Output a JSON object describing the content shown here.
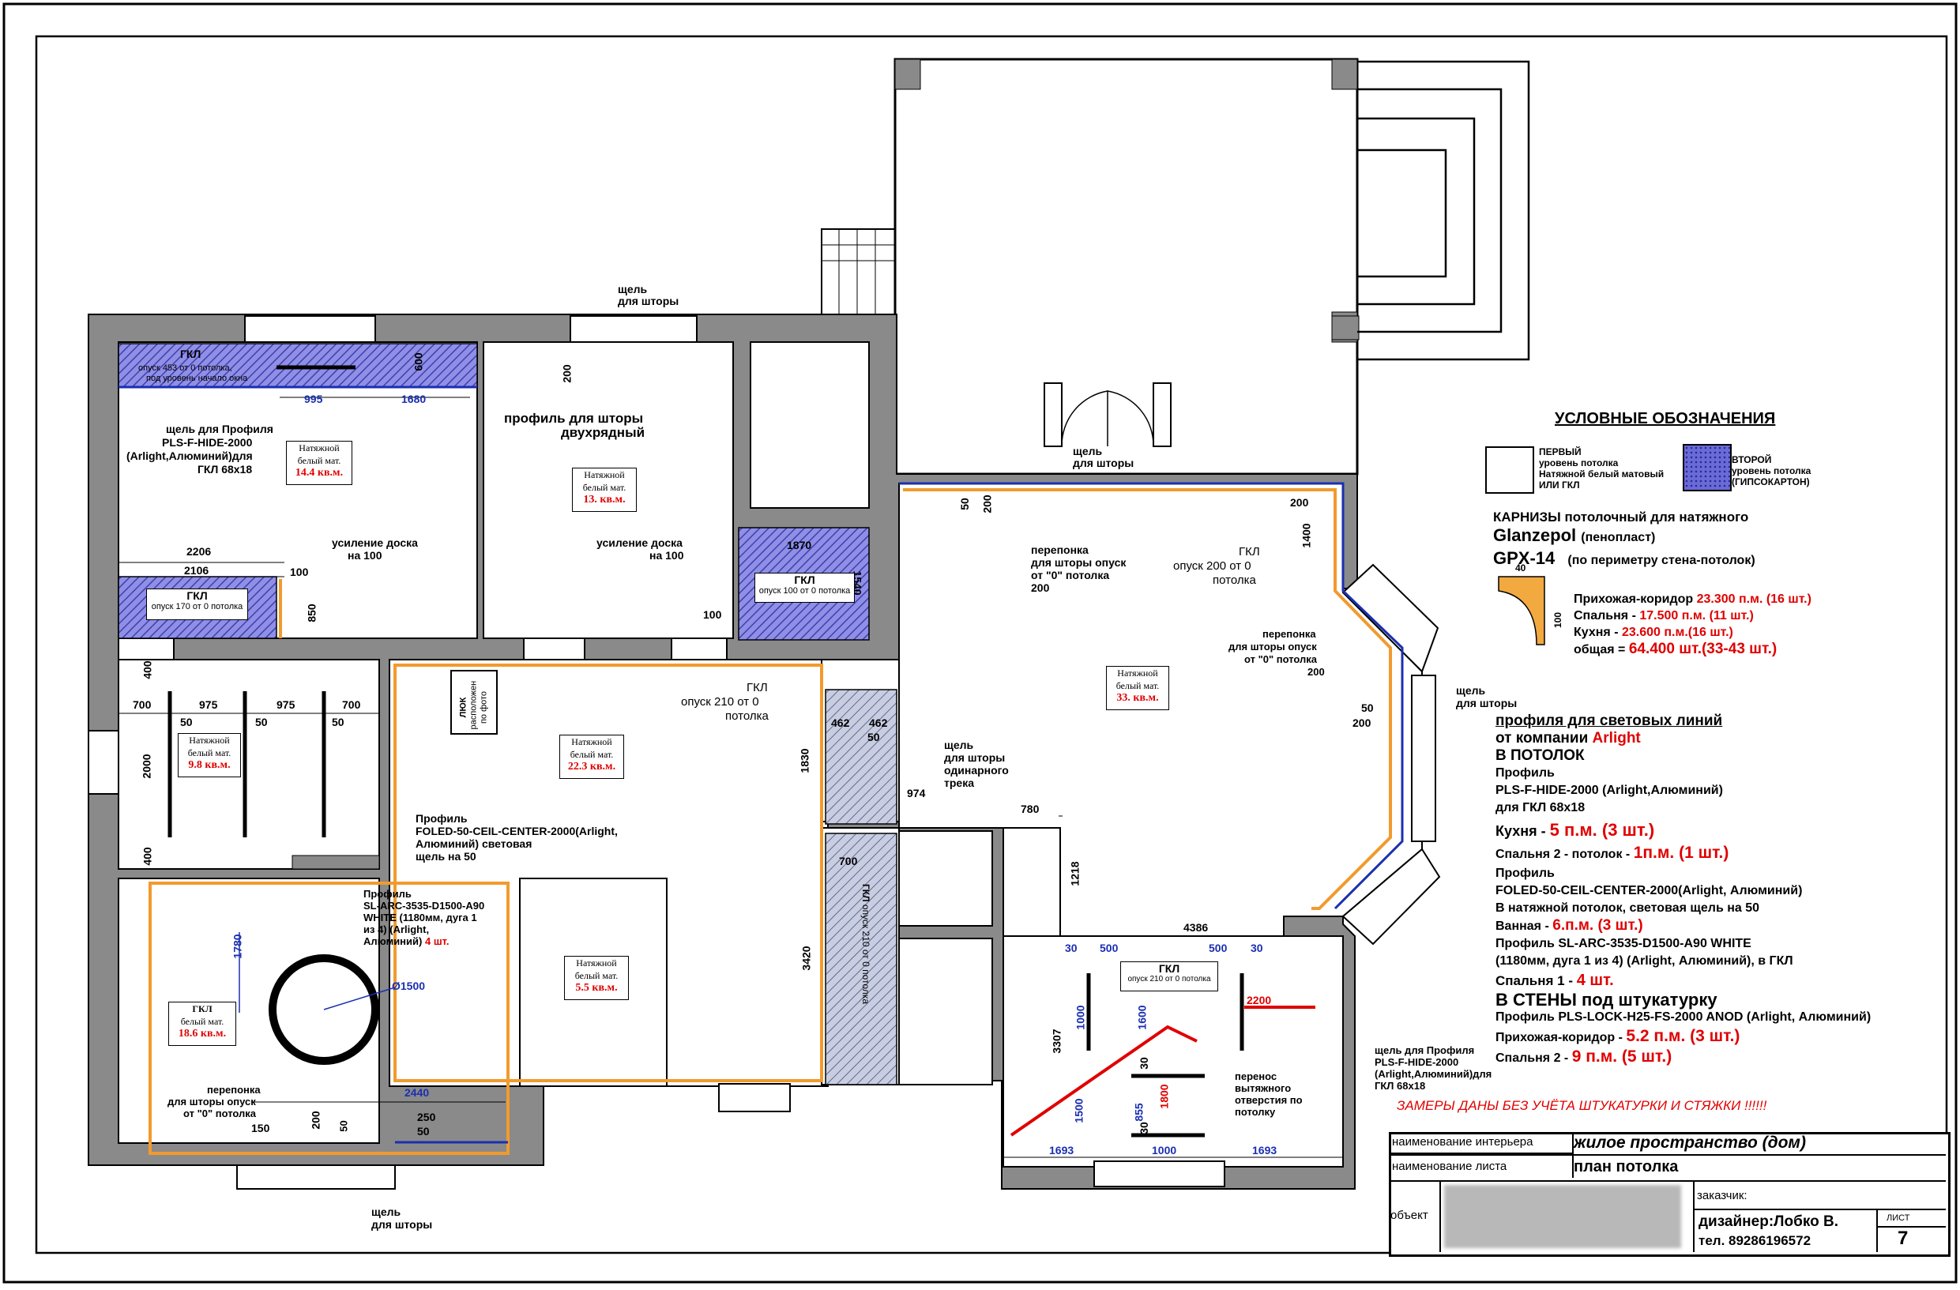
{
  "colors": {
    "wall": "#8a8a8a",
    "gkl": "#7b7bd6",
    "hatch_grey": "#6f7aa0",
    "cornice": "#f29a2e",
    "dim_red": "#e00000",
    "dim_blue": "#1a2fb0"
  },
  "legend": {
    "title": "УСЛОВНЫЕ ОБОЗНАЧЕНИЯ",
    "first_level": [
      "ПЕРВЫЙ",
      "уровень потолка",
      "Натяжной белый матовый",
      "ИЛИ ГКЛ"
    ],
    "second_level": [
      "ВТОРОЙ",
      "уровень потолка",
      "(ГИПСОКАРТОН)"
    ]
  },
  "cornice": {
    "line1_a": "КАРНИЗЫ",
    "line1_b": "потолочный для натяжного",
    "brand": "Glanzepol",
    "brand_note": "(пенопласт)",
    "model": "GPX-14",
    "model_note": "(по периметру стена-потолок)",
    "dim_w": "40",
    "dim_h": "100",
    "rows": [
      {
        "label": "Прихожая-коридор",
        "value": "23.300 п.м. (16 шт.)"
      },
      {
        "label": "Спальня  -",
        "value": "17.500 п.м. (11 шт.)"
      },
      {
        "label": "Кухня -",
        "value": "23.600 п.м.(16 шт.)"
      },
      {
        "label": "общая =",
        "value": "64.400 шт.(33-43 шт.)"
      }
    ]
  },
  "profiles": {
    "heading": "профиля для световых линий",
    "company_a": "от компании",
    "company_b": "Arlight",
    "in_ceiling": "В ПОТОЛОК",
    "p1_a": "Профиль",
    "p1_b": "PLS-F-HIDE-2000 (Arlight,Алюминий)",
    "p1_c": "для ГКЛ 68х18",
    "kitchen_a": "Кухня -",
    "kitchen_b": "5 п.м. (3 шт.)",
    "bed2_a": "Спальня 2 - потолок -",
    "bed2_b": "1п.м. (1 шт.)",
    "p2_a": "Профиль",
    "p2_b": "FOLED-50-CEIL-CENTER-2000(Arlight, Алюминий)",
    "p2_c": "В натяжной потолок, световая щель на 50",
    "bath_a": "Ванная -",
    "bath_b": "6.п.м. (3 шт.)",
    "p3_a": "Профиль SL-ARC-3535-D1500-A90 WHITE",
    "p3_b": "(1180мм, дуга 1 из 4) (Arlight, Алюминий), в ГКЛ",
    "bed1_a": "Спальня 1 -",
    "bed1_b": "4 шт.",
    "walls": "В СТЕНЫ под штукатурку",
    "p4": "Профиль PLS-LOCK-H25-FS-2000 ANOD (Arlight, Алюминий)",
    "hall_a": "Прихожая-коридор -",
    "hall_b": "5.2 п.м. (3 шт.)",
    "bed2w_a": "Спальня 2 -",
    "bed2w_b": "9 п.м. (5 шт.)"
  },
  "note": "ЗАМЕРЫ ДАНЫ БЕЗ УЧЁТА ШТУКАТУРКИ И СТЯЖКИ !!!!!!",
  "title_block": {
    "interior_label": "наименование интерьера",
    "interior_value": "жилое пространство (дом)",
    "sheet_label": "наименование листа",
    "sheet_value": "план потолка",
    "object_label": "объект",
    "customer_label": "заказчик:",
    "designer": "дизайнер:Лобко В.",
    "phone": "тел. 89286196572",
    "sheet_no_label": "ЛИСТ",
    "sheet_no": "7"
  },
  "rooms": {
    "bed1": {
      "l1": "Натяжной",
      "l2": "белый мат.",
      "area": "14.4 кв.м."
    },
    "bed2": {
      "l1": "Натяжной",
      "l2": "белый мат.",
      "area": "13. кв.м."
    },
    "kitchen": {
      "l1": "Натяжной",
      "l2": "белый мат.",
      "area": "33. кв.м."
    },
    "left_mid": {
      "l1": "Натяжной",
      "l2": "белый мат.",
      "area": "9.8 кв.м."
    },
    "hall": {
      "l1": "Натяжной",
      "l2": "белый мат.",
      "area": "22.3 кв.м."
    },
    "bath": {
      "l1": "Натяжной",
      "l2": "белый мат.",
      "area": "5.5 кв.м."
    },
    "gkl_room": {
      "l1": "ГКЛ",
      "l2": "белый мат.",
      "area": "18.6 кв.м."
    }
  },
  "labels": {
    "gkl": "ГКЛ",
    "gkl_top_note": "опуск 453 от 0 потолка,",
    "gkl_top_note2": "под уровень начало окна",
    "gkl_170": "опуск 170 от 0 потолка",
    "gkl_100": "опуск 100 от 0 потолка",
    "gkl_210b": "опуск 210 от 0 потолка",
    "gkl_210v": "опуск 210 от 0 потолка",
    "gkl_210_a": "опуск 210 от 0",
    "gkl_210_b": "потолка",
    "gkl_200_a": "опуск 200 от 0",
    "gkl_200_b": "потолка",
    "slot_curtain_a": "щель",
    "slot_curtain_b": "для шторы",
    "profile_hide_a": "щель для Профиля",
    "profile_hide_b": "PLS-F-HIDE-2000",
    "profile_hide_c": "(Arlight,Алюминий)для",
    "profile_hide_d": "ГКЛ 68х18",
    "curtain_profile_a": "профиль для шторы",
    "curtain_profile_b": "двухрядный",
    "reinforce_a": "усиление доска",
    "reinforce_b": "на 100",
    "partition_a": "перепонка",
    "partition_b": "для шторы опуск",
    "partition_c": "от \"0\" потолка",
    "partition_d": "200",
    "partition_150": "150",
    "hatch_a": "ЛЮК",
    "hatch_b": "расположен",
    "hatch_c": "по фото",
    "foled_a": "Профиль",
    "foled_b": "FOLED-50-CEIL-CENTER-2000(Arlight,",
    "foled_c": "Алюминий) световая",
    "foled_d": "щель на 50",
    "single_a": "щель",
    "single_b": "для шторы",
    "single_c": "одинарного",
    "single_d": "трека",
    "arc_a": "Профиль",
    "arc_b": "SL-ARC-3535-D1500-A90",
    "arc_c": "WHITE (1180мм, дуга 1",
    "arc_d": "из 4) (Arlight,",
    "arc_e": "Алюминий)",
    "arc_f": "4 шт.",
    "vent_a": "перенос",
    "vent_b": "вытяжного",
    "vent_c": "отверстия по",
    "vent_d": "потолку",
    "diam": "Ø1500"
  },
  "dims": {
    "d995": "995",
    "d1680": "1680",
    "d600": "600",
    "d200": "200",
    "d2206": "2206",
    "d2106": "2106",
    "d100": "100",
    "d850": "850",
    "d1870": "1870",
    "d1540": "1540",
    "d50": "50",
    "d1400": "1400",
    "d400": "400",
    "d700": "700",
    "d975": "975",
    "d2000": "2000",
    "d1830": "1830",
    "d462": "462",
    "d974": "974",
    "d780": "780",
    "d1218": "1218",
    "d3420": "3420",
    "d1780": "1780",
    "d2440": "2440",
    "d250": "250",
    "d4386": "4386",
    "d30": "30",
    "d500": "500",
    "d1000": "1000",
    "d1600": "1600",
    "d2200": "2200",
    "d3307": "3307",
    "d1500": "1500",
    "d855": "855",
    "d1800": "1800",
    "d1693": "1693"
  }
}
